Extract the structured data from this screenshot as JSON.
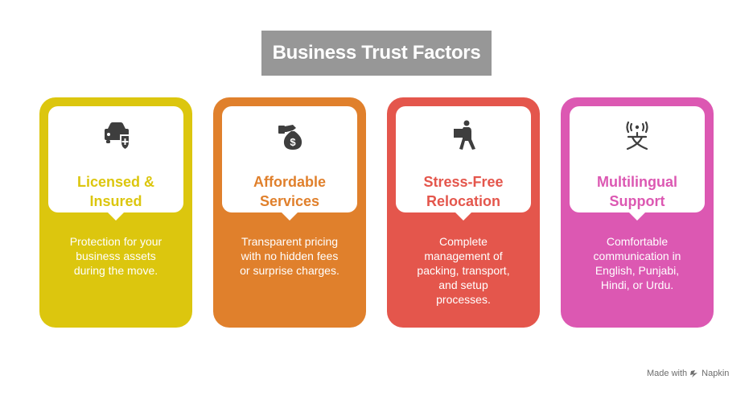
{
  "title": "Business Trust Factors",
  "colors": {
    "title_bg": "#979797",
    "yellow": "#dcc60e",
    "orange": "#e0802c",
    "red": "#e4564c",
    "pink": "#dc58b2",
    "icon": "#3e3e3e"
  },
  "cards": [
    {
      "icon": "car-shield-icon",
      "heading": "Licensed &\nInsured",
      "description": "Protection for your\nbusiness assets\nduring the move."
    },
    {
      "icon": "money-bag-icon",
      "heading": "Affordable\nServices",
      "description": "Transparent pricing\nwith no hidden fees\nor surprise charges."
    },
    {
      "icon": "person-carrying-box-icon",
      "heading": "Stress-Free\nRelocation",
      "description": "Complete\nmanagement of\npacking, transport,\nand setup\nprocesses."
    },
    {
      "icon": "translate-signal-icon",
      "heading": "Multilingual\nSupport",
      "description": "Comfortable\ncommunication in\nEnglish, Punjabi,\nHindi, or Urdu."
    }
  ],
  "footer": {
    "made_with": "Made with",
    "brand": "Napkin",
    "icon": "napkin-logo-icon"
  }
}
